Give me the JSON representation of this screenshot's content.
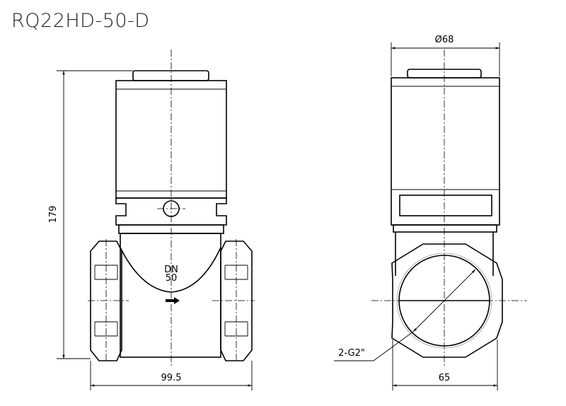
{
  "title": "RQ22HD-50-D",
  "front_view": {
    "height_dim": "179",
    "width_dim": "99.5",
    "marking_line1": "DN",
    "marking_line2": "50"
  },
  "side_view": {
    "diameter_dim": "Ø68",
    "width_dim": "65",
    "thread_label": "2-G2\""
  }
}
